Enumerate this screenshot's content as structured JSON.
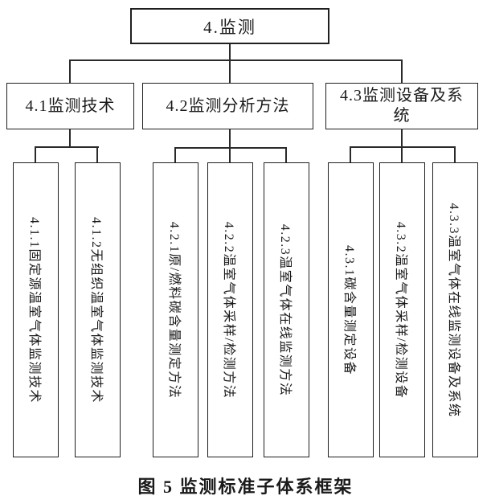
{
  "diagram": {
    "root": {
      "label": "4.监测"
    },
    "level2": [
      {
        "id": "4.1",
        "label": "4.1监测技术"
      },
      {
        "id": "4.2",
        "label": "4.2监测分析方法"
      },
      {
        "id": "4.3",
        "label": "4.3监测设备及系统"
      }
    ],
    "leaves": [
      {
        "parent": "4.1",
        "label": "4.1.1固定源温室气体监测技术"
      },
      {
        "parent": "4.1",
        "label": "4.1.2无组织温室气体监测技术"
      },
      {
        "parent": "4.2",
        "label": "4.2.1原/燃料碳含量测定方法"
      },
      {
        "parent": "4.2",
        "label": "4.2.2温室气体采样/检测方法"
      },
      {
        "parent": "4.2",
        "label": "4.2.3温室气体在线监测方法"
      },
      {
        "parent": "4.3",
        "label": "4.3.1碳含量测定设备"
      },
      {
        "parent": "4.3",
        "label": "4.3.2温室气体采样/检测设备"
      },
      {
        "parent": "4.3",
        "label": "4.3.3温室气体在线监测设备及系统"
      }
    ],
    "caption": "图 5 监测标准子体系框架"
  },
  "colors": {
    "line": "#2a2a2a",
    "box_border": "#1f1f1f",
    "background": "#ffffff",
    "text": "#1a1a1a"
  }
}
